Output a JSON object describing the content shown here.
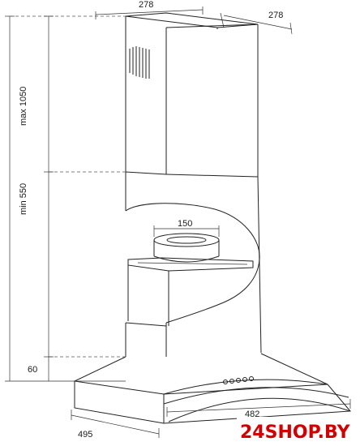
{
  "dimensions": {
    "top_width": "278",
    "top_depth": "278",
    "max_height": "max 1050",
    "min_height": "min 550",
    "duct_diameter": "150",
    "canopy_height": "60",
    "base_width": "482",
    "depth": "495"
  },
  "watermark": "24SHOP.BY",
  "colors": {
    "line": "#222222",
    "watermark": "#d40000"
  },
  "icons": [
    "vent-slots-icon",
    "control-button-icon"
  ]
}
